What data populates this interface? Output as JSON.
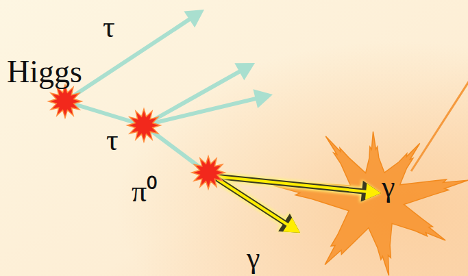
{
  "diagram": {
    "labels": [
      "τ",
      "Higgs",
      "τ",
      "π⁰",
      "γ",
      "γ"
    ]
  }
}
